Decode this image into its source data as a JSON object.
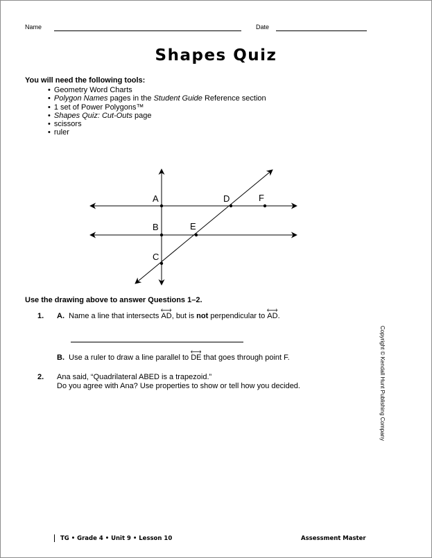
{
  "header": {
    "name_label": "Name",
    "date_label": "Date"
  },
  "title": "Shapes Quiz",
  "tools": {
    "heading": "You will need the following tools:",
    "items": [
      {
        "parts": [
          {
            "t": "Geometry Word Charts",
            "i": false
          }
        ]
      },
      {
        "parts": [
          {
            "t": "Polygon Names",
            "i": true
          },
          {
            "t": " pages in the ",
            "i": false
          },
          {
            "t": "Student Guide",
            "i": true
          },
          {
            "t": " Reference section",
            "i": false
          }
        ]
      },
      {
        "parts": [
          {
            "t": "1 set of Power Polygons™",
            "i": false
          }
        ]
      },
      {
        "parts": [
          {
            "t": "Shapes Quiz: Cut-Outs",
            "i": true
          },
          {
            "t": " page",
            "i": false
          }
        ]
      },
      {
        "parts": [
          {
            "t": "scissors",
            "i": false
          }
        ]
      },
      {
        "parts": [
          {
            "t": "ruler",
            "i": false
          }
        ]
      }
    ]
  },
  "diagram": {
    "labels": {
      "A": "A",
      "B": "B",
      "C": "C",
      "D": "D",
      "E": "E",
      "F": "F"
    }
  },
  "questions": {
    "intro": "Use the drawing above to answer Questions 1–2.",
    "q1": {
      "number": "1.",
      "a_letter": "A.",
      "a_text_1": "Name a line that intersects ",
      "a_line_1": "AD",
      "a_text_2": ", but is ",
      "a_bold": "not",
      "a_text_3": " perpendicular to ",
      "a_line_2": "AD",
      "a_text_4": ".",
      "b_letter": "B.",
      "b_text_1": "Use a ruler to draw a line parallel to ",
      "b_line": "DE",
      "b_text_2": " that goes through point F."
    },
    "q2": {
      "number": "2.",
      "line1": "Ana said, “Quadrilateral ABED is a trapezoid.”",
      "line2": "Do you agree with Ana? Use properties to show or tell how you decided."
    }
  },
  "copyright": "Copyright © Kendall Hunt Publishing Company",
  "footer": {
    "left": "TG • Grade 4 • Unit 9 • Lesson 10",
    "right": "Assessment Master"
  }
}
